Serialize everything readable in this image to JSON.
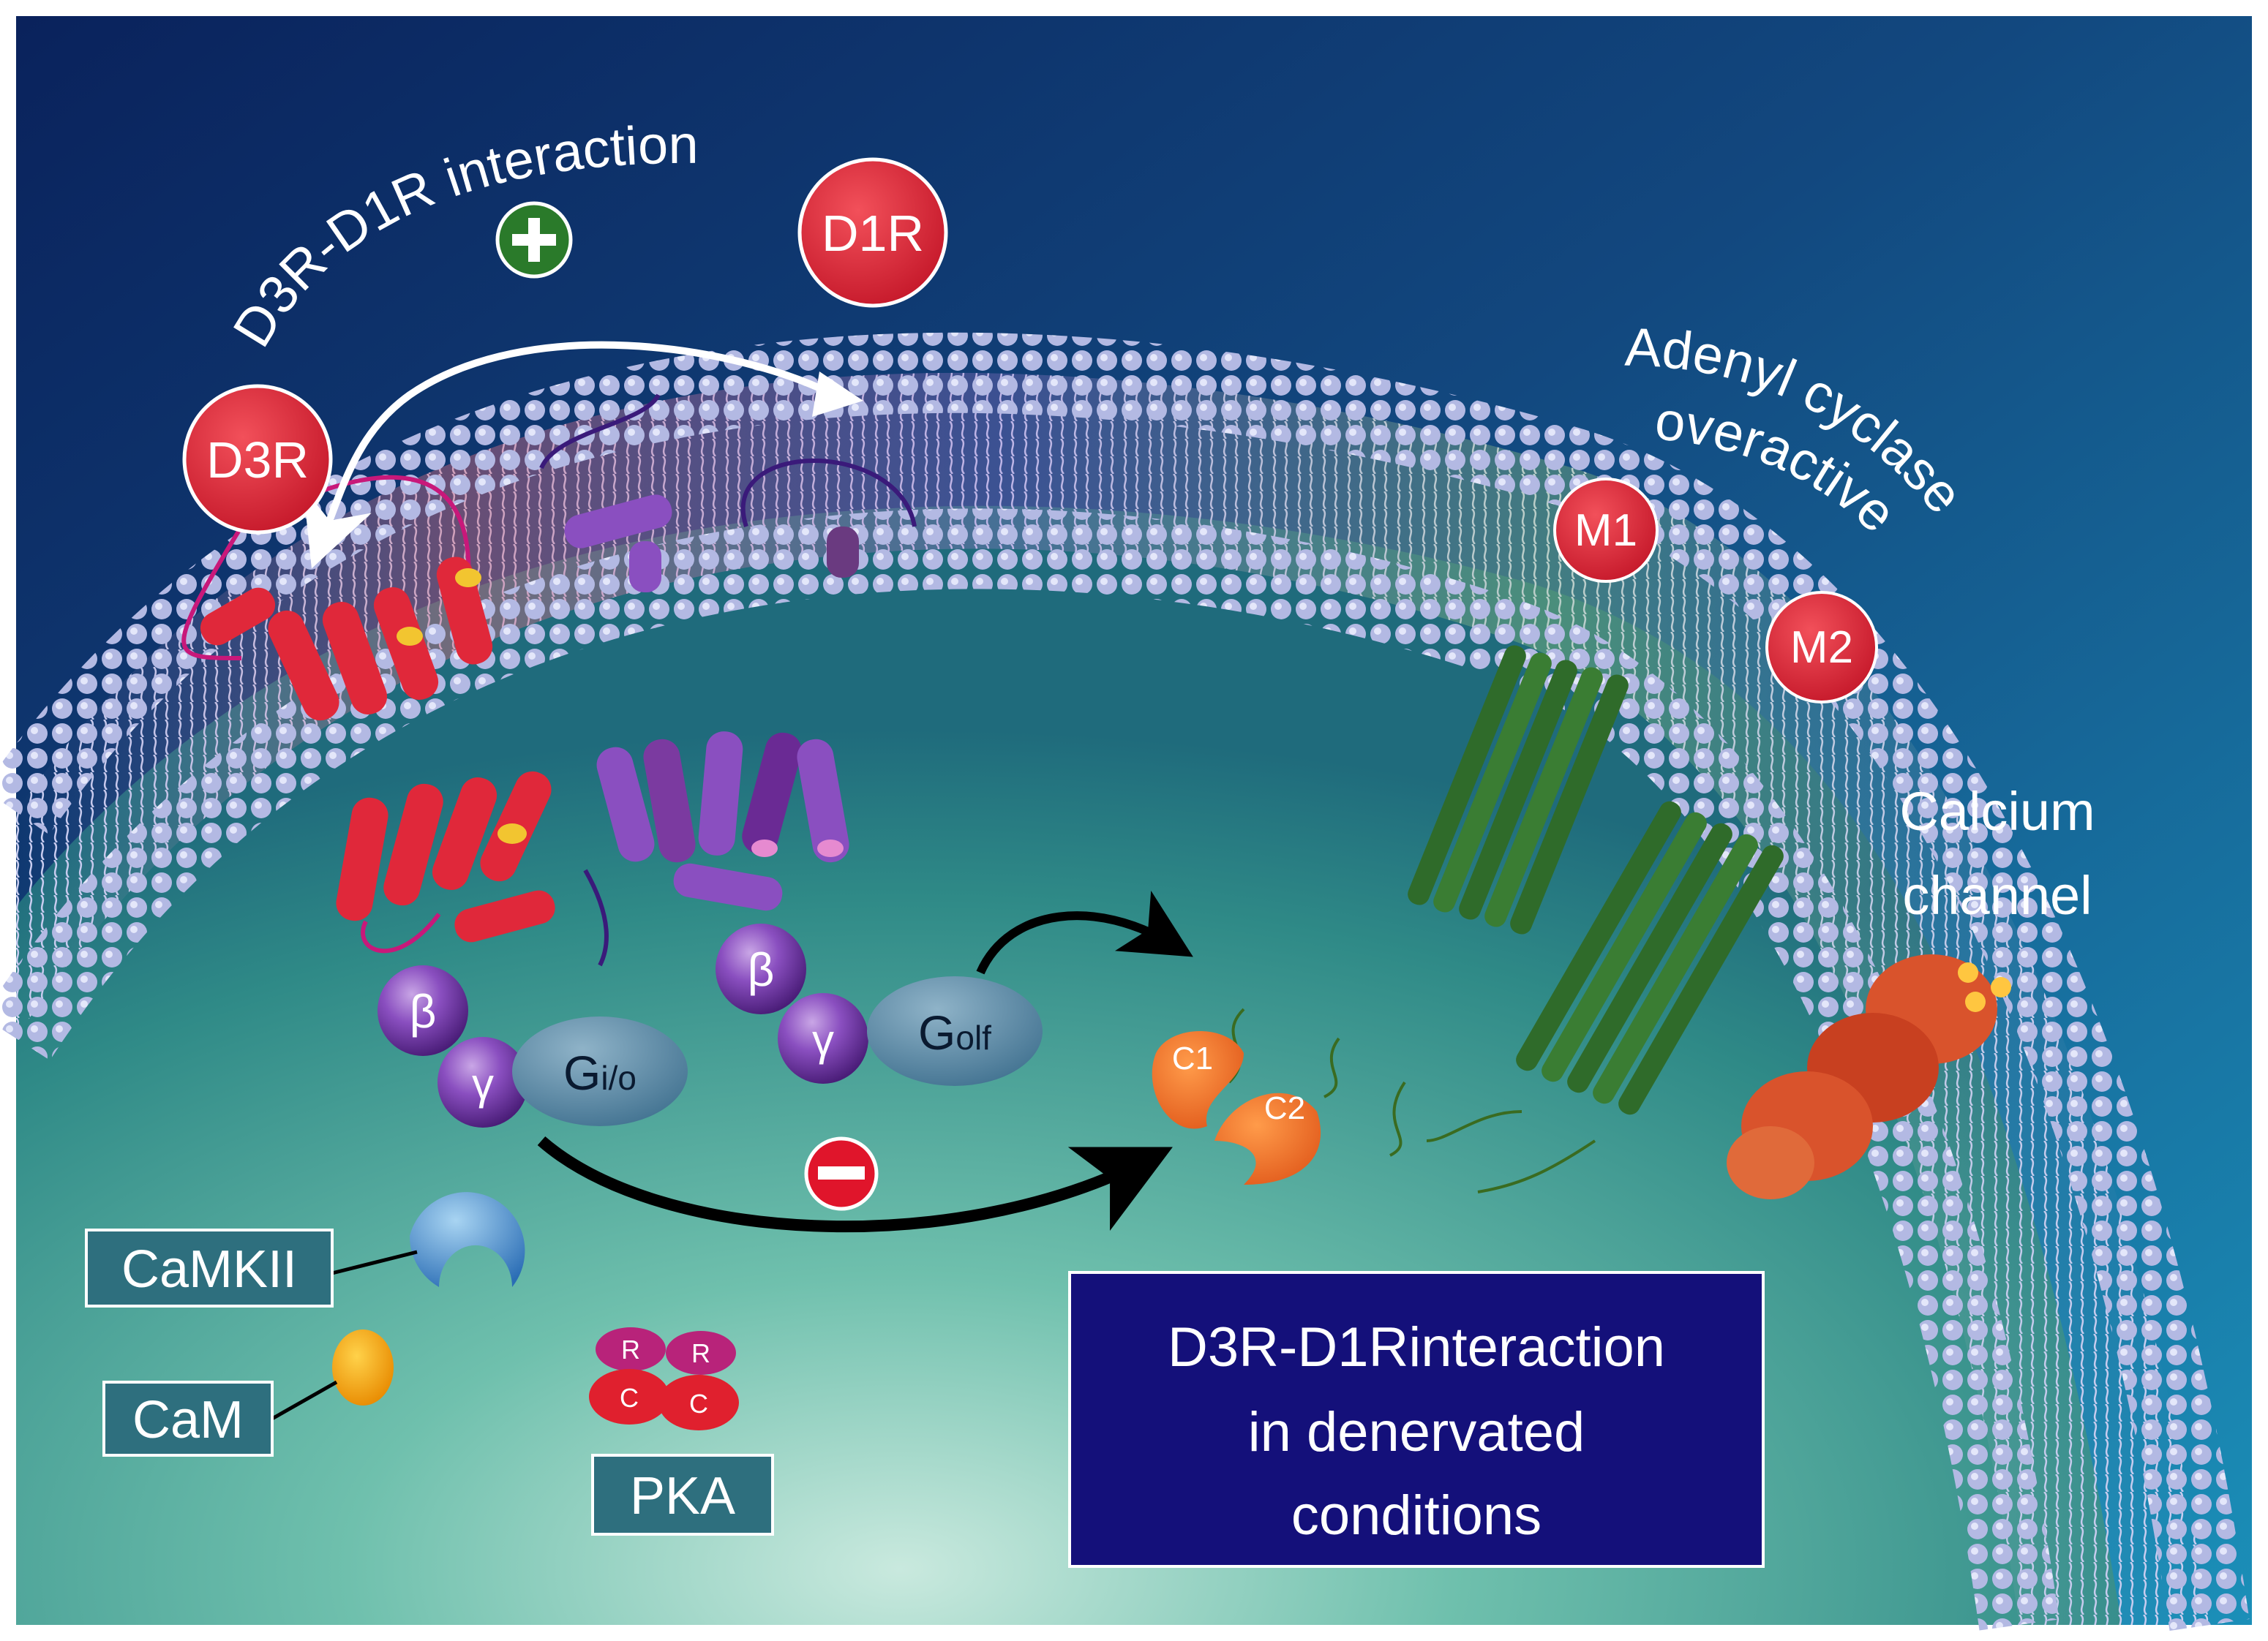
{
  "colors": {
    "bg_top": "#0b2a66",
    "bg_mid": "#1c6f99",
    "cell_interior": "#5ab1a3",
    "membrane_head": "#b7bde6",
    "receptor_red": "#e0283a",
    "receptor_purple": "#7b3aa0",
    "channel_green": "#2f6b2a",
    "enzyme_orange": "#f07a2a",
    "calcium_channel": "#d9532c",
    "label_box": "#2e6f7e",
    "title_box": "#14107a",
    "plus_green": "#2a7a2a",
    "minus_red": "#e0152b"
  },
  "arc_title": "D3R-D1R interaction",
  "adenyl_line1": "Adenyl cyclase",
  "adenyl_line2": "overactive",
  "circles": {
    "d1r": "D1R",
    "d3r": "D3R",
    "m1": "M1",
    "m2": "M2"
  },
  "calcium": {
    "line1": "Calcium",
    "line2": "channel"
  },
  "gproteins": {
    "beta": "β",
    "gamma": "γ",
    "gio_main": "G",
    "gio_sub": "i/o",
    "golf_main": "G",
    "golf_sub": "olf"
  },
  "enzyme": {
    "c1": "C1",
    "c2": "C2"
  },
  "pka_subunits": {
    "r": "R",
    "c": "C"
  },
  "labels": {
    "camkii": "CaMKII",
    "cam": "CaM",
    "pka": "PKA"
  },
  "summary_box": {
    "line1": "D3R-D1Rinteraction",
    "line2": "in denervated",
    "line3": "conditions"
  }
}
